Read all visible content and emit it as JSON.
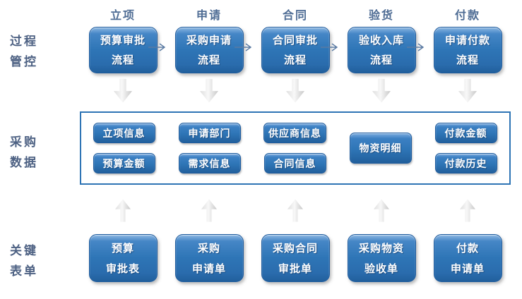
{
  "palette": {
    "box_blue": "#2e75b6",
    "box_blue_dark": "#1f5c9e",
    "box_blue_light": "#8cb7e2",
    "panel_border_blue": "#2e74b5",
    "section_label_color": "#4d6183",
    "stage_label_color": "#4e6c94",
    "flow_arrow_color": "#5b7ba3",
    "gray_arrow_color": "#d9d9d9",
    "box_text_color": "#ffffff"
  },
  "sections": {
    "process_control": {
      "line1": "过程",
      "line2": "管控"
    },
    "purchase_data": {
      "line1": "采购",
      "line2": "数据"
    },
    "key_forms": {
      "line1": "关键",
      "line2": "表单"
    }
  },
  "stages": [
    "立项",
    "申请",
    "合同",
    "验货",
    "付款"
  ],
  "process_boxes": [
    {
      "line1": "预算审批",
      "line2": "流程"
    },
    {
      "line1": "采购申请",
      "line2": "流程"
    },
    {
      "line1": "合同审批",
      "line2": "流程"
    },
    {
      "line1": "验收入库",
      "line2": "流程"
    },
    {
      "line1": "申请付款",
      "line2": "流程"
    }
  ],
  "data_pills": {
    "col1": [
      "立项信息",
      "预算金额"
    ],
    "col2": [
      "申请部门",
      "需求信息"
    ],
    "col3": [
      "供应商信息",
      "合同信息"
    ],
    "col4": [
      "物资明细"
    ],
    "col5": [
      "付款金额",
      "付款历史"
    ]
  },
  "form_boxes": [
    {
      "line1": "预算",
      "line2": "审批表"
    },
    {
      "line1": "采购",
      "line2": "申请单"
    },
    {
      "line1": "采购合同",
      "line2": "审批单"
    },
    {
      "line1": "采购物资",
      "line2": "验收单"
    },
    {
      "line1": "付款",
      "line2": "申请单"
    }
  ]
}
